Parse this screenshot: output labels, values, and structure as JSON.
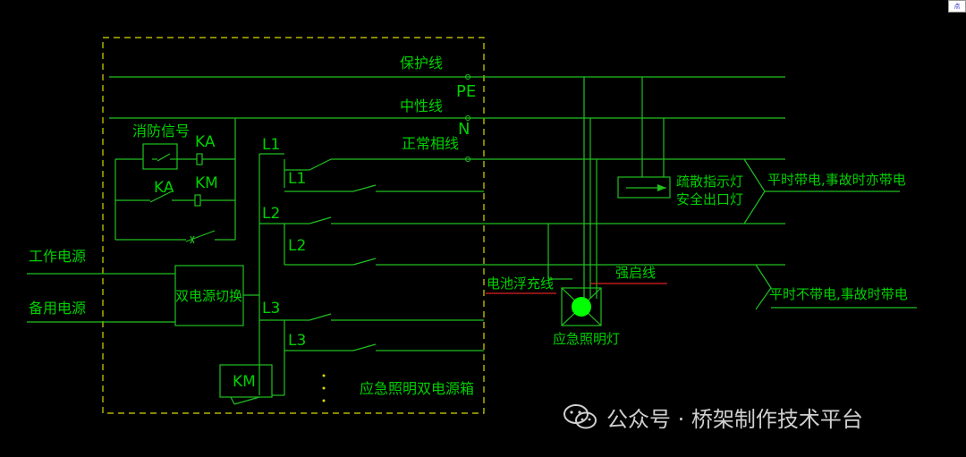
{
  "diagram": {
    "colors": {
      "line": "#20c020",
      "text": "#00ffff",
      "green_text": "#00d000",
      "frame": "#d8d800",
      "red": "#e02020",
      "lamp": "#00ff00",
      "white": "#e8e8e8"
    },
    "labels": {
      "protection_line": "保护线",
      "neutral_line": "中性线",
      "normal_phase_line": "正常相线",
      "pe": "PE",
      "n": "N",
      "fire_signal": "消防信号",
      "ka_top": "KA",
      "ka_bottom": "KA",
      "km_right": "KM",
      "l1_bus": "L1",
      "l1_branch": "L1",
      "l2_bus": "L2",
      "l2_branch": "L2",
      "l3_bus": "L3",
      "l3_branch": "L3",
      "work_power": "工作电源",
      "backup_power": "备用电源",
      "dual_switch": "双电源切换",
      "km_box": "KM",
      "box_name": "应急照明双电源箱",
      "battery_float_line": "电池浮充线",
      "force_start_line": "强启线",
      "evac_sign_1": "疏散指示灯",
      "evac_sign_2": "安全出口灯",
      "emergency_light": "应急照明灯",
      "mode_normal_on": "平时带电,事故时亦带电",
      "mode_normal_off": "平时不带电,事故时带电"
    }
  },
  "watermark": {
    "text": "公众号 · 桥架制作技术平台",
    "icon": "wechat-icon"
  },
  "corner_mark": {
    "text": "点"
  }
}
